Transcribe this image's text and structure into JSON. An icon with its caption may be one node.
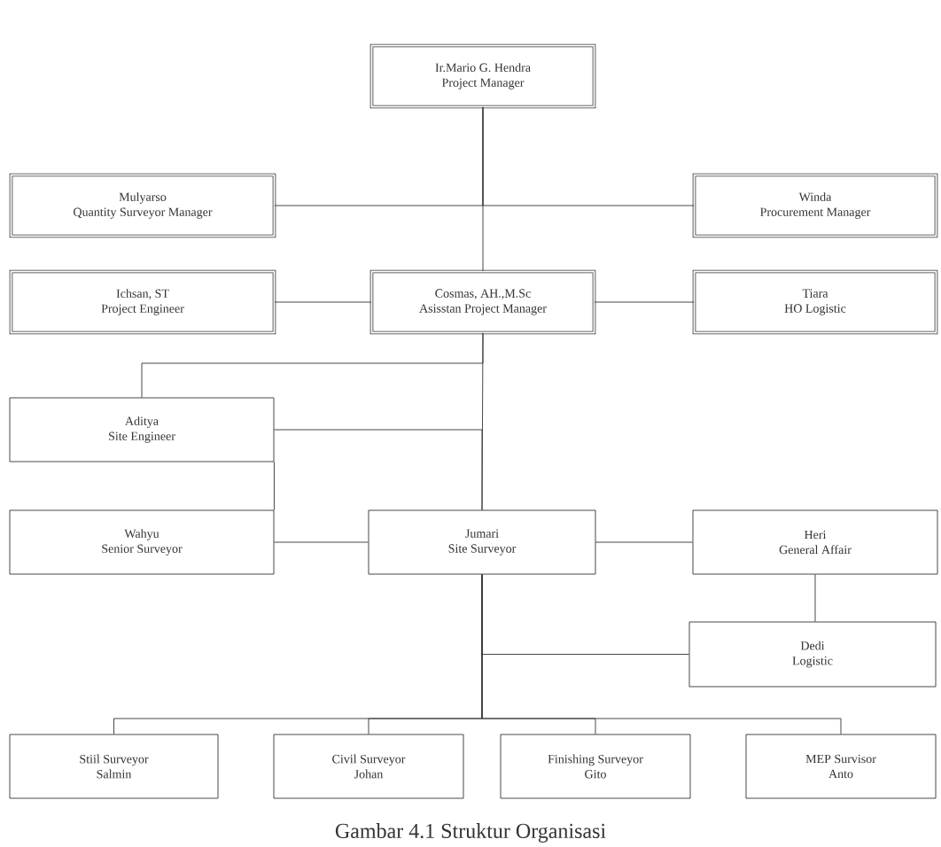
{
  "diagram": {
    "caption": "Gambar 4.1 Struktur Organisasi",
    "nodes": [
      {
        "text": [
          "Ir.Mario G. Hendra",
          "Project Manager"
        ]
      },
      {
        "text": [
          "Mulyarso",
          "Quantity Surveyor Manager"
        ]
      },
      {
        "text": [
          "Winda",
          "Procurement Manager"
        ]
      },
      {
        "text": [
          "Ichsan, ST",
          "Project Engineer"
        ]
      },
      {
        "text": [
          "Cosmas, AH.,M.Sc",
          "Asisstan Project Manager"
        ]
      },
      {
        "text": [
          "Tiara",
          "HO Logistic"
        ]
      },
      {
        "text": [
          "Aditya",
          "Site Engineer"
        ]
      },
      {
        "text": [
          "Wahyu",
          "Senior Surveyor"
        ]
      },
      {
        "text": [
          "Jumari",
          "Site Surveyor"
        ]
      },
      {
        "text": [
          "Heri",
          "General Affair"
        ]
      },
      {
        "text": [
          "Dedi",
          "Logistic"
        ]
      },
      {
        "text": [
          "Stiil Surveyor",
          "Salmin"
        ]
      },
      {
        "text": [
          "Civil Surveyor",
          "Johan"
        ]
      },
      {
        "text": [
          "Finishing Surveyor",
          "Gito"
        ]
      },
      {
        "text": [
          "MEP Survisor",
          "Anto"
        ]
      }
    ],
    "edges": [
      {
        "from": 0,
        "to": 1,
        "arrow": "none"
      },
      {
        "from": 0,
        "to": 2,
        "arrow": "none"
      },
      {
        "from": 0,
        "to": 4,
        "arrow": "none"
      },
      {
        "from": 3,
        "to": 4,
        "arrow": "none"
      },
      {
        "from": 4,
        "to": 5,
        "arrow": "none"
      },
      {
        "from": 4,
        "to": 6,
        "arrow": "none"
      },
      {
        "from": 6,
        "to": 8,
        "arrow": "none"
      },
      {
        "from": 4,
        "to": 8,
        "arrow": "none"
      },
      {
        "from": 6,
        "to": 7,
        "arrow": "none"
      },
      {
        "from": 7,
        "to": 8,
        "arrow": "none"
      },
      {
        "from": 8,
        "to": 9,
        "arrow": "none"
      },
      {
        "from": 9,
        "to": 10,
        "arrow": "none"
      },
      {
        "from": 8,
        "to": 10,
        "arrow": "none"
      },
      {
        "from": 8,
        "to": 11,
        "arrow": "none"
      },
      {
        "from": 8,
        "to": 12,
        "arrow": "none"
      },
      {
        "from": 8,
        "to": 13,
        "arrow": "none"
      },
      {
        "from": 8,
        "to": 14,
        "arrow": "none"
      }
    ]
  }
}
